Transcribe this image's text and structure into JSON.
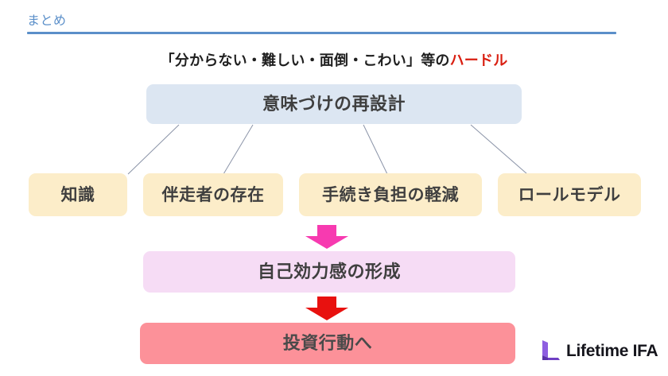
{
  "slide": {
    "title": "まとめ",
    "accent_color": "#5b8fc9"
  },
  "hurdle": {
    "text_plain": "「分からない・難しい・面倒・こわい」等の",
    "text_accent": "ハードル",
    "accent_color": "#d91f11"
  },
  "flow": {
    "top_box": {
      "label": "意味づけの再設計",
      "color": "#dce6f2"
    },
    "levers": [
      {
        "label": "知識",
        "color": "#fcedc9"
      },
      {
        "label": "伴走者の存在",
        "color": "#fcedc9"
      },
      {
        "label": "手続き負担の軽減",
        "color": "#fcedc9"
      },
      {
        "label": "ロールモデル",
        "color": "#fcedc9"
      }
    ],
    "arrow_1": {
      "name": "down-arrow-icon",
      "color": "#f73ab0"
    },
    "outcome_box": {
      "label": "自己効力感の形成",
      "color": "#f6dcf5"
    },
    "arrow_2": {
      "name": "down-arrow-icon",
      "color": "#e8110f"
    },
    "final_box": {
      "label": "投資行動へ",
      "color": "#fc9199"
    }
  },
  "logo": {
    "text": "Lifetime IFA",
    "mark_color": "#8b55d6"
  }
}
